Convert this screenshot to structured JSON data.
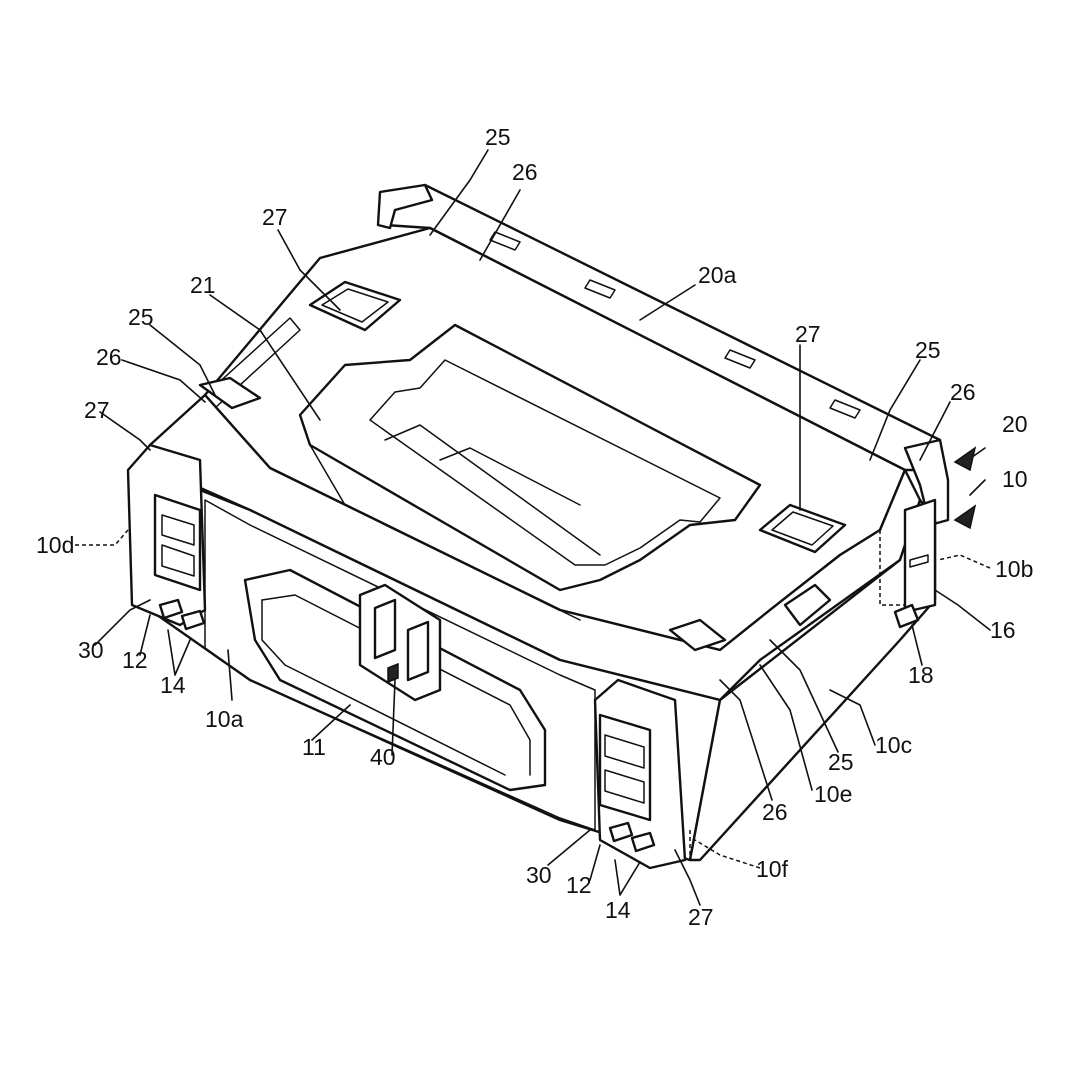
{
  "labels": {
    "l25_top": "25",
    "l26_top": "26",
    "l20a": "20a",
    "l27_topleft": "27",
    "l21": "21",
    "l25_left": "25",
    "l26_left": "26",
    "l27_left": "27",
    "l10d": "10d",
    "l30_left": "30",
    "l12_left": "12",
    "l14_left": "14",
    "l10a": "10a",
    "l11": "11",
    "l40": "40",
    "l27_right": "27",
    "l25_right": "25",
    "l26_right": "26",
    "l20": "20",
    "l10": "10",
    "l10b": "10b",
    "l16": "16",
    "l18": "18",
    "l10c": "10c",
    "l25_mid": "25",
    "l26_mid": "26",
    "l10e": "10e",
    "l30_right": "30",
    "l12_right": "12",
    "l14_right": "14",
    "l27_bottom": "27",
    "l10f": "10f"
  }
}
